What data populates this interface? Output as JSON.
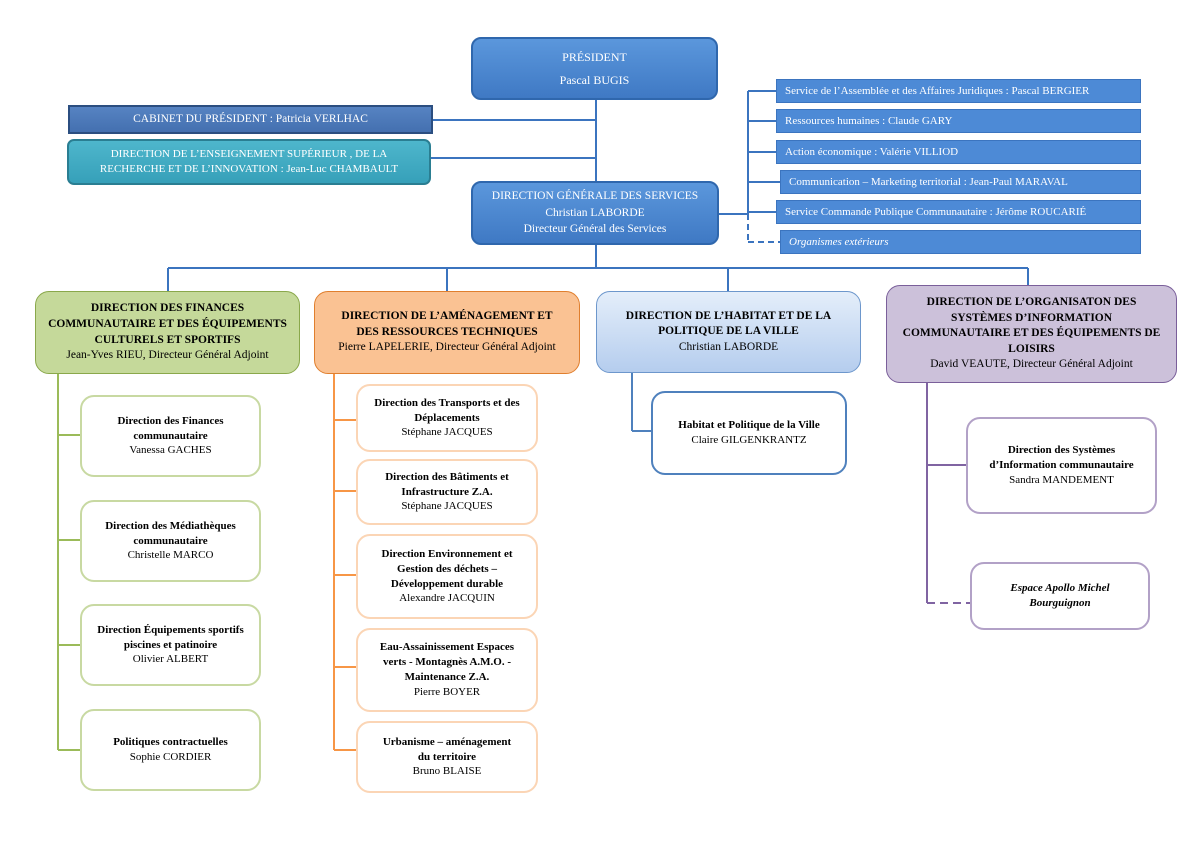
{
  "president": {
    "title": "PRÉSIDENT",
    "name": "Pascal BUGIS"
  },
  "cabinet": "CABINET DU PRÉSIDENT : Patricia VERLHAC",
  "enseignement": {
    "line1": "DIRECTION DE L’ENSEIGNEMENT SUPÉRIEUR , DE LA",
    "line2": "RECHERCHE ET DE L’INNOVATION : Jean-Luc CHAMBAULT"
  },
  "dgs": {
    "title": "DIRECTION GÉNÉRALE DES SERVICES",
    "name": "Christian LABORDE",
    "role": "Directeur Général des Services"
  },
  "services": [
    "Service de l’Assemblée et des Affaires Juridiques : Pascal BERGIER",
    "Ressources humaines : Claude GARY",
    "Action économique : Valérie VILLIOD",
    "Communication – Marketing territorial : Jean-Paul MARAVAL",
    "Service Commande Publique Communautaire : Jérôme ROUCARIÉ",
    "Organismes extérieurs"
  ],
  "directions": [
    {
      "title": "DIRECTION DES FINANCES COMMUNAUTAIRE ET DES ÉQUIPEMENTS CULTURELS ET SPORTIFS",
      "person": "Jean-Yves RIEU, Directeur Général Adjoint",
      "color": "#c5d99a",
      "border": "#9bbb59",
      "subs": [
        {
          "title": "Direction des Finances communautaire",
          "person": "Vanessa GACHES"
        },
        {
          "title": "Direction des Médiathèques communautaire",
          "person": "Christelle MARCO"
        },
        {
          "title": "Direction Équipements sportifs piscines et patinoire",
          "person": "Olivier ALBERT"
        },
        {
          "title": "Politiques contractuelles",
          "person": "Sophie CORDIER"
        }
      ]
    },
    {
      "title": "DIRECTION DE L’AMÉNAGEMENT ET DES RESSOURCES TECHNIQUES",
      "person": "Pierre LAPELERIE, Directeur Général Adjoint",
      "color": "#fac293",
      "border": "#f79646",
      "subs": [
        {
          "title": "Direction des Transports et des Déplacements",
          "person": "Stéphane JACQUES"
        },
        {
          "title": "Direction des Bâtiments et Infrastructure Z.A.",
          "person": "Stéphane JACQUES"
        },
        {
          "title": "Direction Environnement et Gestion des déchets – Développement durable",
          "person": "Alexandre JACQUIN"
        },
        {
          "title": "Eau-Assainissement Espaces verts - Montagnès A.M.O. - Maintenance Z.A.",
          "person": "Pierre BOYER"
        },
        {
          "title": "Urbanisme – aménagement du territoire",
          "person": "Bruno BLAISE"
        }
      ]
    },
    {
      "title": "DIRECTION DE L’HABITAT ET DE LA POLITIQUE DE LA VILLE",
      "person": "Christian LABORDE",
      "color": "#c6d9f1",
      "border": "#4f81bd",
      "subs": [
        {
          "title": "Habitat et Politique de la Ville",
          "person": "Claire GILGENKRANTZ"
        }
      ]
    },
    {
      "title": "DIRECTION DE L’ORGANISATON DES SYSTÈMES D’INFORMATION COMMUNAUTAIRE ET DES ÉQUIPEMENTS DE LOISIRS",
      "person": "David VEAUTE, Directeur Général Adjoint",
      "color": "#ccc1da",
      "border": "#8064a2",
      "subs": [
        {
          "title": "Direction des Systèmes d’Information communautaire",
          "person": "Sandra MANDEMENT"
        },
        {
          "title": "Espace Apollo Michel Bourguignon",
          "person": ""
        }
      ]
    }
  ]
}
